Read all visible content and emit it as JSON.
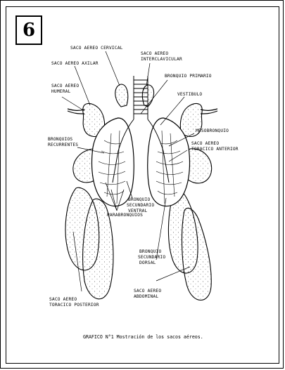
{
  "figure_number": "6",
  "labels": {
    "saco_cervical": "SACO AEREO CERVICAL",
    "saco_interclavicular_1": "SACO AEREO",
    "saco_interclavicular_2": "INTERCLAVICULAR",
    "saco_axilar": "SACO AEREO AXILAR",
    "bronquio_primario": "BRONQUIO PRIMARIO",
    "saco_humeral_1": "SACO AEREO",
    "saco_humeral_2": "HUMERAL",
    "vestibulo": "VESTIBULO",
    "mesobronquio": "MESOBRONQUIO",
    "bronquios_recurrentes_1": "BRONQUIOS",
    "bronquios_recurrentes_2": "RECURRENTES",
    "saco_toracico_anterior_1": "SACO AEREO",
    "saco_toracico_anterior_2": "TORACICO ANTERIOR",
    "bronquio_sec_ventral_1": "BRONQUIO",
    "bronquio_sec_ventral_2": "SECUNDARIO",
    "bronquio_sec_ventral_3": "VENTRAL",
    "parabronquios": "PARABRONQUIOS",
    "bronquio_sec_dorsal_1": "BRONQUIO",
    "bronquio_sec_dorsal_2": "SECUNDARIO",
    "bronquio_sec_dorsal_3": "DORSAL",
    "saco_abdominal_1": "SACO AEREO",
    "saco_abdominal_2": "ABDOMINAL",
    "saco_toracico_posterior_1": "SACO AEREO",
    "saco_toracico_posterior_2": "TORACICO POSTERIOR"
  },
  "caption": "GRAFICO N°1 Mostración de los sacos aéreos."
}
